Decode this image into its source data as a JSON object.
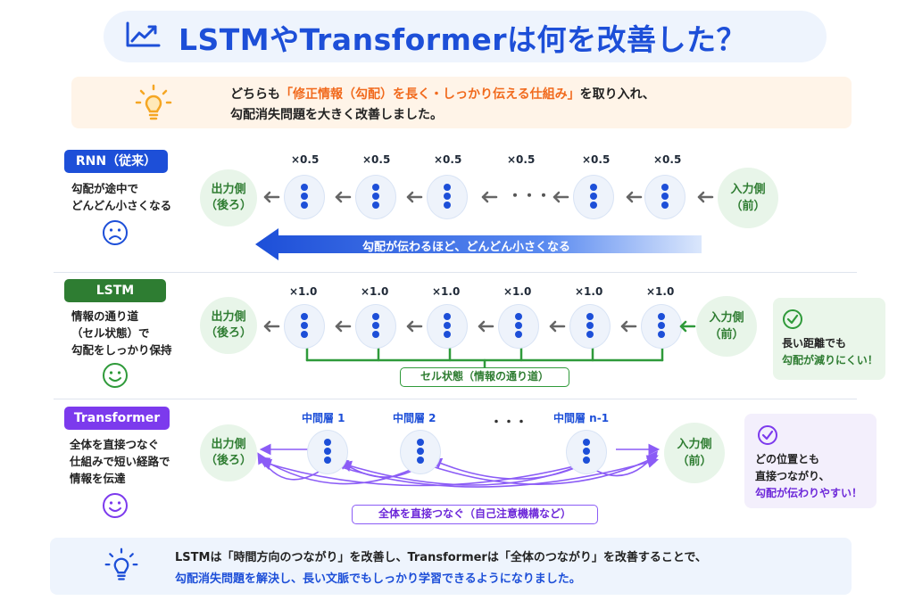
{
  "header": {
    "title": "LSTMやTransformerは何を改善した？"
  },
  "intro": {
    "line1_pre": "どちらも",
    "line1_highlight": "「修正情報（勾配）を長く・しっかり伝える仕組み」",
    "line1_post": "を取り入れ、",
    "line2": "勾配消失問題を大きく改善しました。"
  },
  "rnn": {
    "badge": "RNN（従来）",
    "desc": [
      "勾配が途中で",
      "どんどん小さくなる"
    ],
    "output": [
      "出力側",
      "（後ろ）"
    ],
    "input": [
      "入力側",
      "（前）"
    ],
    "multipliers": [
      "×0.5",
      "×0.5",
      "×0.5",
      "×0.5",
      "×0.5",
      "×0.5"
    ],
    "ellipsis": "・・・",
    "arrow_label": "勾配が伝わるほど、どんどん小さくなる"
  },
  "lstm": {
    "badge": "LSTM",
    "desc": [
      "情報の通り道",
      "（セル状態）で",
      "勾配をしっかり保持"
    ],
    "output": [
      "出力側",
      "（後ろ）"
    ],
    "input": [
      "入力側",
      "（前）"
    ],
    "multipliers": [
      "×1.0",
      "×1.0",
      "×1.0",
      "×1.0",
      "×1.0",
      "×1.0"
    ],
    "cell_label": "セル状態（情報の通り道）",
    "note": [
      "長い距離でも",
      "勾配が減りにくい！"
    ]
  },
  "transformer": {
    "badge": "Transformer",
    "desc": [
      "全体を直接つなぐ",
      "仕組みで短い経路で",
      "情報を伝達"
    ],
    "output": [
      "出力側",
      "（後ろ）"
    ],
    "input": [
      "入力側",
      "（前）"
    ],
    "layers": [
      "中間層 1",
      "中間層 2",
      "中間層 n-1"
    ],
    "ellipsis": "・・・",
    "connect_label": "全体を直接つなぐ（自己注意機構など）",
    "note": [
      "どの位置とも",
      "直接つながり、",
      "勾配が伝わりやすい！"
    ]
  },
  "footer": {
    "line1": "LSTMは「時間方向のつながり」を改善し、Transformerは「全体のつながり」を改善することで、",
    "line2": "勾配消失問題を解決し、長い文脈でもしっかり学習できるようになりました。"
  },
  "colors": {
    "accent_blue": "#1d4fd8",
    "rnn_badge": "#1d4fd8",
    "lstm_badge": "#2e7d32",
    "transformer_badge": "#7c3aed",
    "highlight_orange": "#f16a1d",
    "green": "#2f9a3a",
    "purple": "#8b5cf6"
  }
}
